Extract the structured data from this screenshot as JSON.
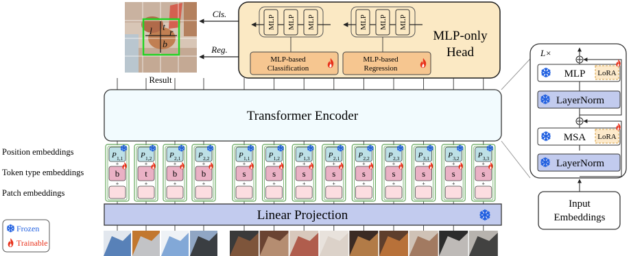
{
  "result": {
    "label": "Result",
    "box_letters": [
      "l",
      "t",
      "r",
      "b"
    ]
  },
  "outputs": {
    "cls": "Cls.",
    "reg": "Reg."
  },
  "head": {
    "title_line1": "MLP-only",
    "title_line2": "Head",
    "mlp_label": "MLP",
    "classification": [
      "MLP-based",
      "Classification"
    ],
    "regression": [
      "MLP-based",
      "Regression"
    ]
  },
  "encoder": {
    "label": "Transformer Encoder"
  },
  "embeddings": {
    "position": "Position embeddings",
    "token_type": "Token type embeddings",
    "patch": "Patch embeddings"
  },
  "tokens": [
    {
      "pos": "1,1",
      "type": "b"
    },
    {
      "pos": "1,2",
      "type": "t"
    },
    {
      "pos": "2,1",
      "type": "b"
    },
    {
      "pos": "2,2",
      "type": "b"
    },
    {
      "pos": "1,1",
      "type": "s"
    },
    {
      "pos": "1,2",
      "type": "s"
    },
    {
      "pos": "1,3",
      "type": "s"
    },
    {
      "pos": "2,1",
      "type": "s"
    },
    {
      "pos": "2,2",
      "type": "s"
    },
    {
      "pos": "2,3",
      "type": "s"
    },
    {
      "pos": "3,1",
      "type": "s"
    },
    {
      "pos": "3,2",
      "type": "s"
    },
    {
      "pos": "3,3",
      "type": "s"
    }
  ],
  "position_symbol": "P",
  "linear_projection": {
    "label": "Linear Projection"
  },
  "legend": {
    "frozen": "Frozen",
    "trainable": "Trainable"
  },
  "block": {
    "repeat": "L×",
    "mlp": "MLP",
    "msa": "MSA",
    "layernorm": "LayerNorm",
    "lora": "LoRA"
  },
  "input": {
    "line1": "Input",
    "line2": "Embeddings"
  },
  "colors": {
    "head_fill": "#fbe9c4",
    "head_box": "#f6c690",
    "encoder_fill": "#f2fbfe",
    "linear_fill": "#c2cbee",
    "layernorm_fill": "#c2cbee",
    "pos_fill": "#bde0e6",
    "type_fill": "#eab1c5",
    "patch_fill": "#fcdde1",
    "token_border": "#63a65a",
    "frozen_blue": "#1f5fe0",
    "trainable_red": "#e8321c",
    "result_green": "#22d322"
  }
}
